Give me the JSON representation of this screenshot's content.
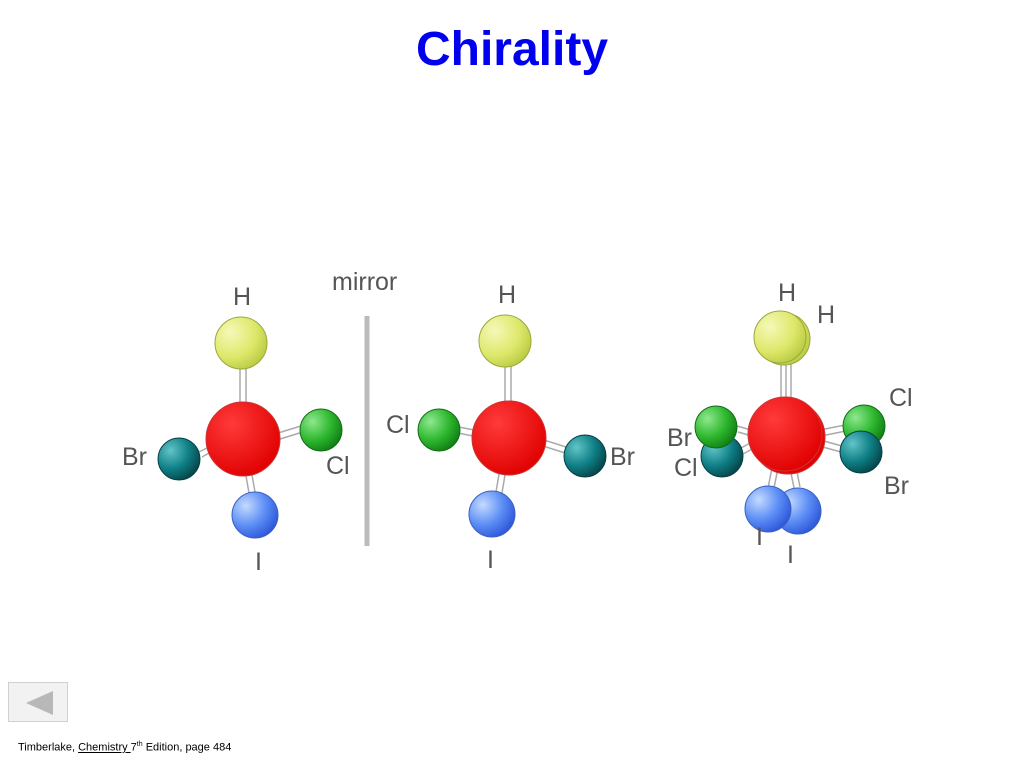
{
  "slide": {
    "title": "Chirality",
    "mirror_label": "mirror"
  },
  "atom_colors": {
    "C": "#ff0000",
    "H": "#dde86a",
    "Cl": "#2fb82f",
    "Br": "#0e7f85",
    "I": "#5b8df5",
    "bond": "#bbbbbb",
    "mirror": "#bbbbbb",
    "label": "#555555"
  },
  "molecules": {
    "left": {
      "top": "H",
      "left": "Br",
      "right": "Cl",
      "bottom": "I"
    },
    "mirror_image": {
      "top": "H",
      "left": "Cl",
      "right": "Br",
      "bottom": "I"
    },
    "superimposed": {
      "labels": [
        "H",
        "H",
        "Cl",
        "Br",
        "Cl",
        "Br",
        "I",
        "I"
      ]
    }
  },
  "navigation": {
    "back_icon": "triangle-left-icon"
  },
  "footer": {
    "author": "Timberlake, ",
    "book": "Chemistry ",
    "edition_number": "7",
    "edition_suffix": "th",
    "rest": " Edition, page 484"
  }
}
